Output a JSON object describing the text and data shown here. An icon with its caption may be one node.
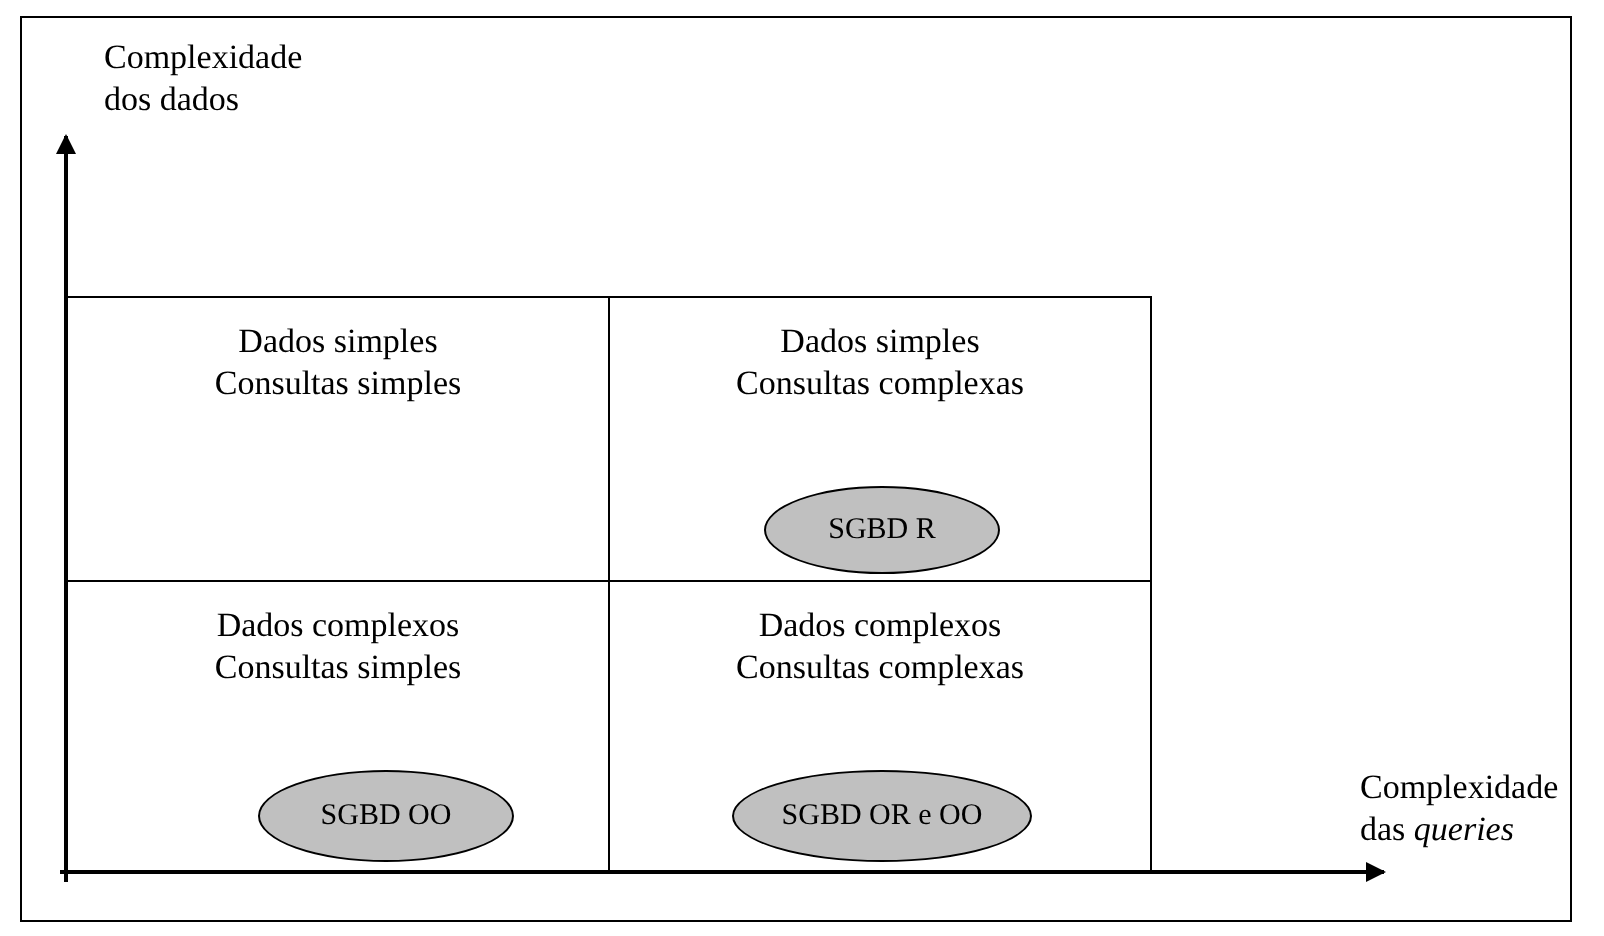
{
  "diagram": {
    "nodes": [
      {
        "text": [
          "Dados simples",
          "Consultas simples"
        ]
      },
      {
        "text": [
          "Dados simples",
          "Consultas complexas"
        ]
      },
      {
        "text": [
          "SGBD R"
        ],
        "in": 1
      },
      {
        "text": [
          "Dados complexos",
          "Consultas simples"
        ]
      },
      {
        "text": [
          "SGBD OO"
        ],
        "in": 3
      },
      {
        "text": [
          "Dados complexos",
          "Consultas complexas"
        ]
      },
      {
        "text": [
          "SGBD OR e OO"
        ],
        "in": 5
      }
    ],
    "labels": [
      "Complexidade dos dados",
      "Complexidade das *queries*"
    ]
  }
}
